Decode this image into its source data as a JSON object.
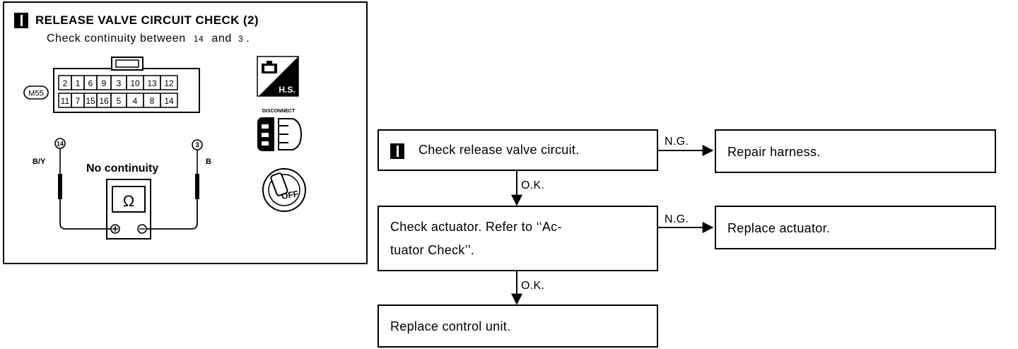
{
  "panel": {
    "title": "RELEASE VALVE CIRCUIT CHECK (2)",
    "subtitle": "Check continuity between",
    "term_a": "14",
    "and": "and",
    "term_b": "3",
    "connector_id": "M55",
    "pins_top": [
      "2",
      "1",
      "6",
      "9",
      "3",
      "10",
      "13",
      "12"
    ],
    "pins_bottom": [
      "11",
      "7",
      "15",
      "16",
      "5",
      "4",
      "8",
      "14"
    ],
    "probe_left_num": "14",
    "probe_left_wire": "B/Y",
    "probe_right_num": "3",
    "probe_right_wire": "B",
    "result": "No continuity",
    "meter_symbol": "Ω",
    "hs_label": "H.S.",
    "disconnect_label": "DISCONNECT",
    "ignition_label": "OFF"
  },
  "flow": {
    "step1": "Check release valve circuit.",
    "step1_ng": "N.G.",
    "step1_ng_action": "Repair harness.",
    "step1_ok": "O.K.",
    "step2_line1": "Check actuator. Refer to ‘‘Ac-",
    "step2_line2": "tuator Check’’.",
    "step2_ng": "N.G.",
    "step2_ng_action": "Replace actuator.",
    "step2_ok": "O.K.",
    "step3": "Replace control unit."
  }
}
